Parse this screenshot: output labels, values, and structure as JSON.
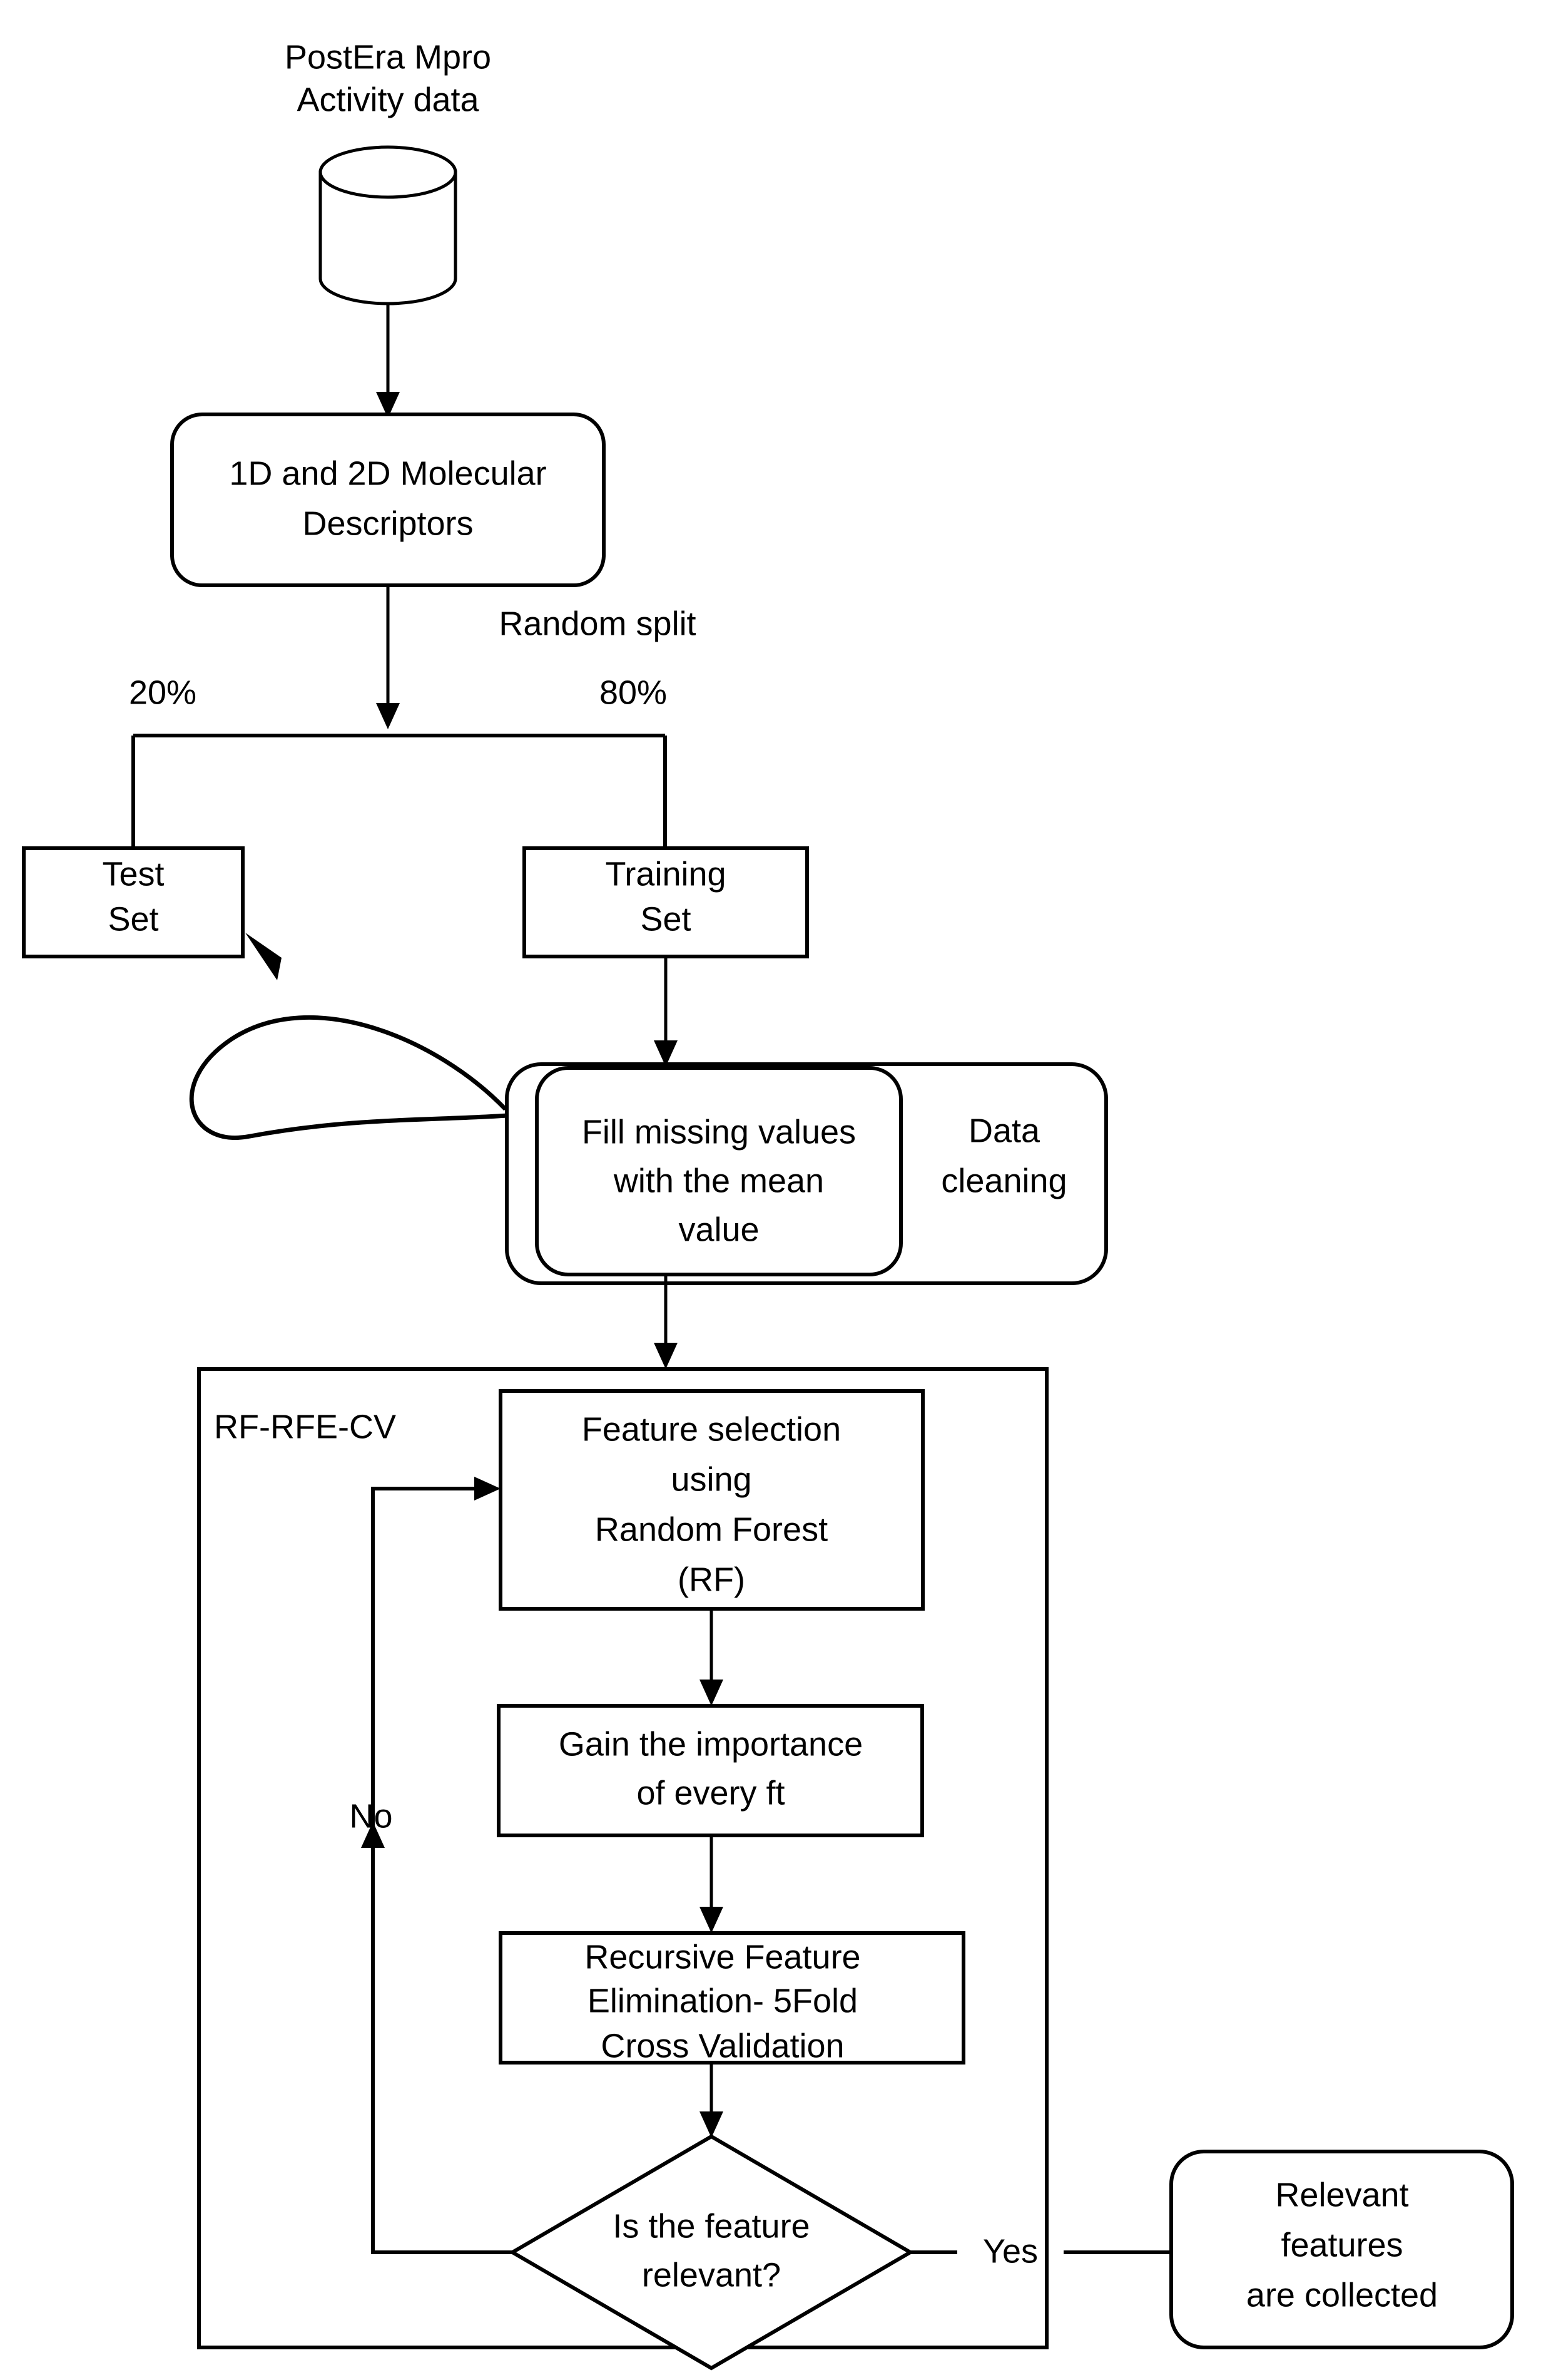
{
  "diagram": {
    "title": "RF-RFE-CV feature selection workflow",
    "stroke_color": "#000000",
    "background_color": "#ffffff",
    "nodes": {
      "datasource": {
        "label_line1": "PostEra Mpro",
        "label_line2": "Activity data",
        "shape": "cylinder"
      },
      "descriptors": {
        "label_line1": "1D and 2D Molecular",
        "label_line2": "Descriptors",
        "shape": "rounded-rect"
      },
      "test_set": {
        "label_line1": "Test",
        "label_line2": "Set",
        "shape": "rect"
      },
      "training_set": {
        "label_line1": "Training",
        "label_line2": "Set",
        "shape": "rect"
      },
      "data_cleaning": {
        "label_line1": "Data",
        "label_line2": "cleaning",
        "shape": "rounded-rect"
      },
      "fill_missing": {
        "label_line1": "Fill missing values",
        "label_line2": "with the mean",
        "label_line3": "value",
        "shape": "rounded-rect"
      },
      "rf_rfe_cv_container": {
        "label": "RF-RFE-CV",
        "shape": "rect"
      },
      "feature_selection": {
        "label_line1": "Feature selection",
        "label_line2": "using",
        "label_line3": "Random Forest",
        "label_line4": "(RF)",
        "shape": "rect"
      },
      "gain_importance": {
        "label_line1": "Gain the importance",
        "label_line2": "of every ft",
        "shape": "rect"
      },
      "rfe_cv": {
        "label_line1": "Recursive Feature",
        "label_line2": "Elimination- 5Fold",
        "label_line3": "Cross Validation",
        "shape": "rect"
      },
      "decision": {
        "label_line1": "Is the feature",
        "label_line2": "relevant?",
        "shape": "diamond"
      },
      "relevant_features": {
        "label_line1": "Relevant",
        "label_line2": "features",
        "label_line3": "are collected",
        "shape": "rounded-rect"
      }
    },
    "edge_labels": {
      "random_split": "Random split",
      "split_left": "20%",
      "split_right": "80%",
      "decision_no": "No",
      "decision_yes": "Yes"
    }
  }
}
